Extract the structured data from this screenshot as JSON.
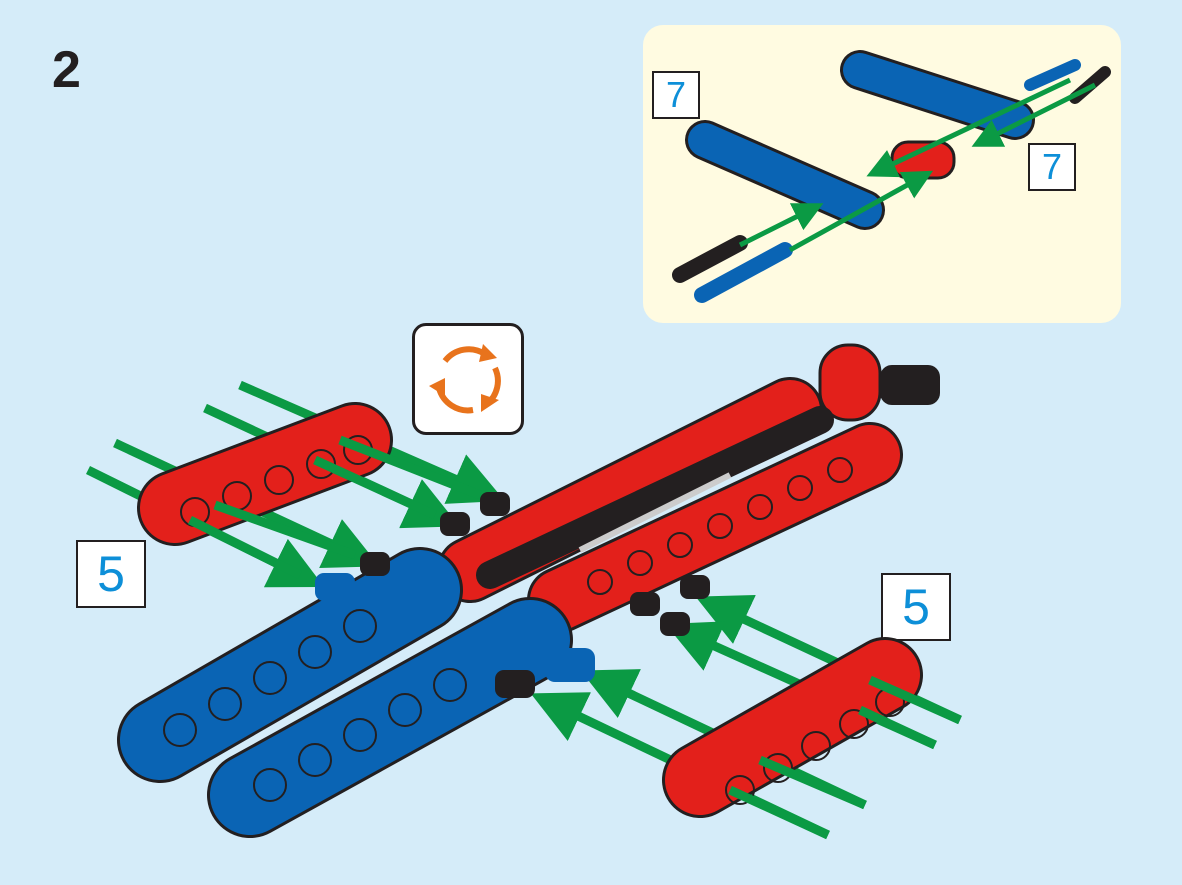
{
  "step_number": "2",
  "callouts": {
    "inset_quantity_left": "7",
    "inset_quantity_right": "7",
    "quantity_left": "5",
    "quantity_right": "5"
  },
  "icons": {
    "rotate": "rotate-model-icon"
  },
  "colors": {
    "background": "#d5ecf9",
    "inset": "#fffbe1",
    "red_part": "#e3201b",
    "blue_part": "#0a64b4",
    "arrow": "#0b9a44",
    "rotate_arrows": "#e8731c",
    "quantity_text": "#0d8fd8"
  }
}
